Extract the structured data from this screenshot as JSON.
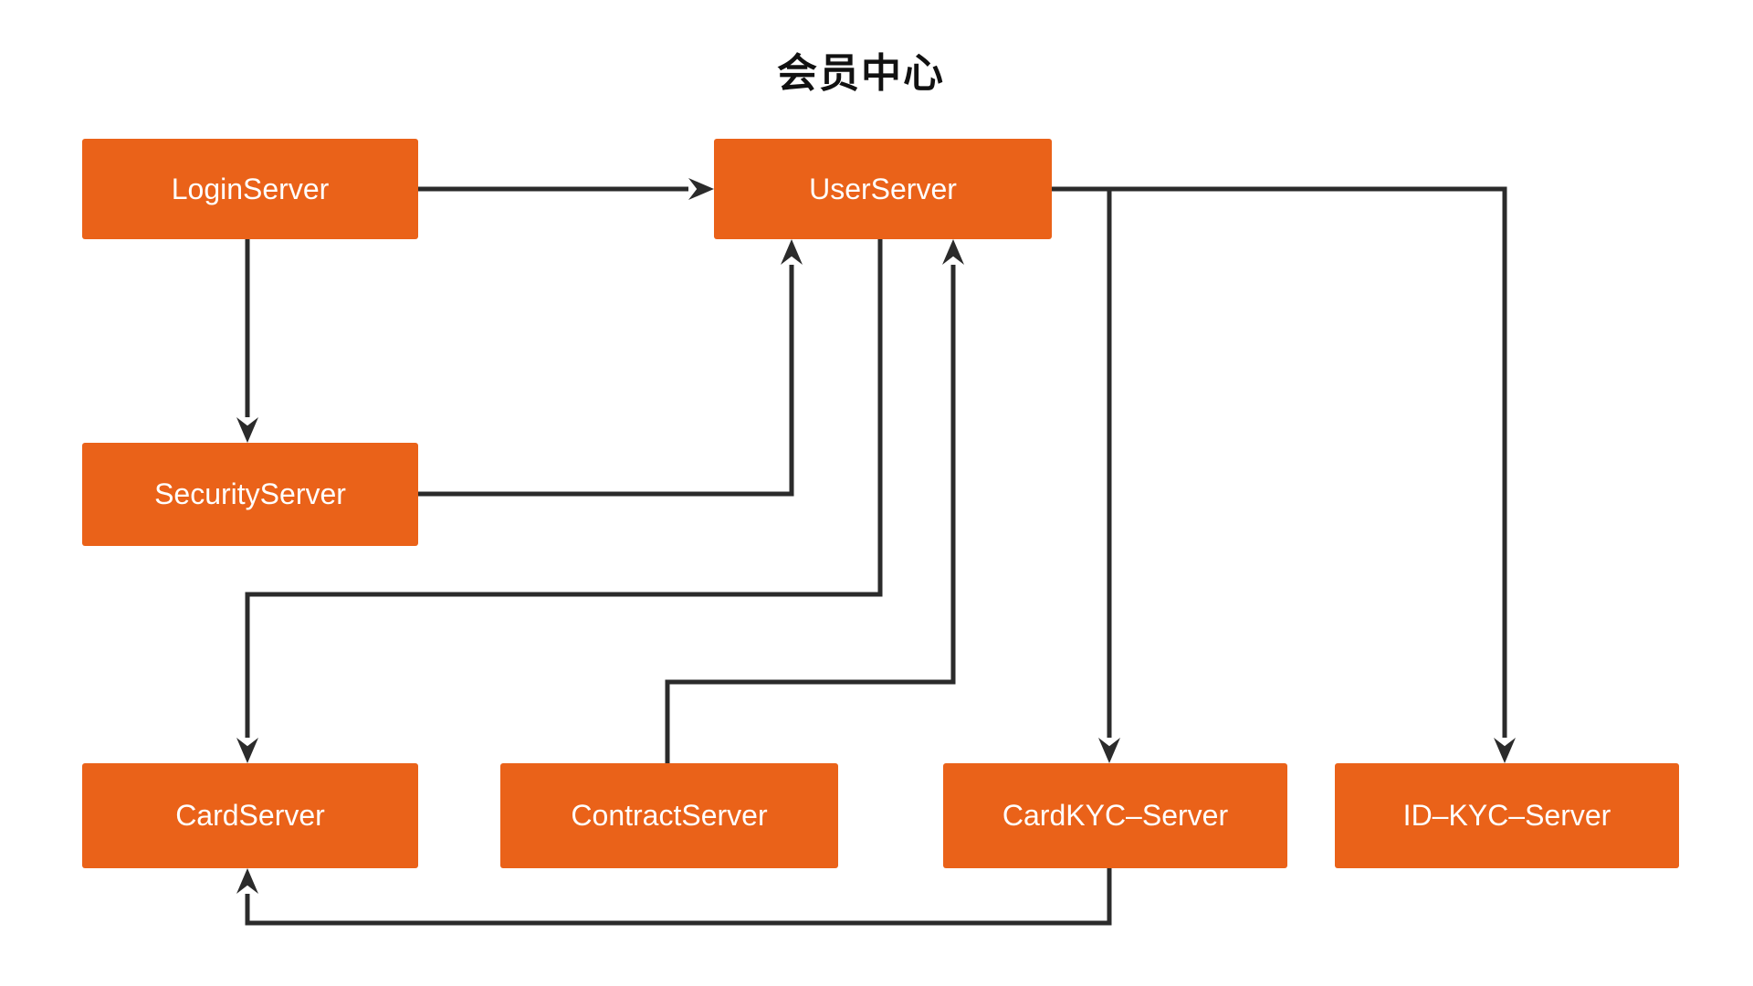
{
  "title": "会员中心",
  "colors": {
    "node_fill": "#EA6219",
    "node_text": "#FFFFFF",
    "edge": "#2B2B2B",
    "title_text": "#111111",
    "background": "#FFFFFF"
  },
  "nodes": [
    {
      "id": "login-server",
      "label": "LoginServer"
    },
    {
      "id": "user-server",
      "label": "UserServer"
    },
    {
      "id": "security-server",
      "label": "SecurityServer"
    },
    {
      "id": "card-server",
      "label": "CardServer"
    },
    {
      "id": "contract-server",
      "label": "ContractServer"
    },
    {
      "id": "card-kyc-server",
      "label": "CardKYC–Server"
    },
    {
      "id": "id-kyc-server",
      "label": "ID–KYC–Server"
    }
  ],
  "edges": [
    {
      "from": "LoginServer",
      "to": "UserServer"
    },
    {
      "from": "LoginServer",
      "to": "SecurityServer"
    },
    {
      "from": "SecurityServer",
      "to": "UserServer"
    },
    {
      "from": "ContractServer",
      "to": "UserServer"
    },
    {
      "from": "UserServer",
      "to": "CardServer"
    },
    {
      "from": "UserServer",
      "to": "CardKYC–Server"
    },
    {
      "from": "UserServer",
      "to": "ID–KYC–Server"
    },
    {
      "from": "CardKYC–Server",
      "to": "CardServer"
    }
  ]
}
